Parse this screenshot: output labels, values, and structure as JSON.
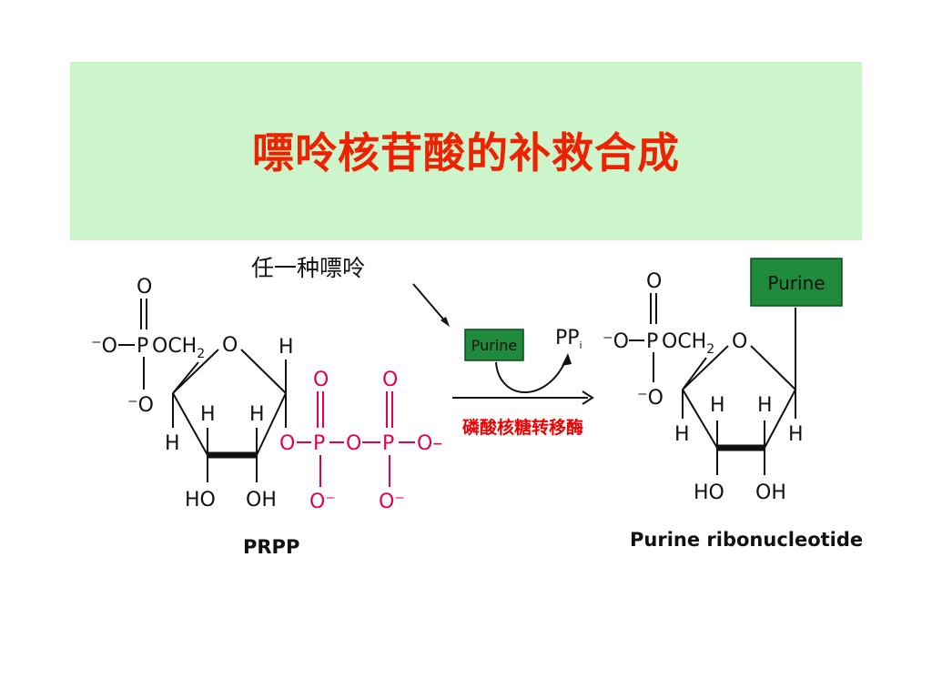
{
  "title": "嘌呤核苷酸的补救合成",
  "annotation": "任一种嘌呤",
  "enzyme": "磷酸核糖转移酶",
  "reactant_label": "PRPP",
  "product_label": "Purine ribonucleotide",
  "purine_box_label": "Purine",
  "byproduct": {
    "main": "PP",
    "sub": "i"
  },
  "atoms": {
    "o": "O",
    "o_minus": "⁻O",
    "po": "P",
    "och": "OCH",
    "two": "2",
    "h": "H",
    "ho": "HO",
    "oh": "OH",
    "p": "P",
    "o_neg": "O⁻",
    "o_dash": "O–",
    "dash": "O"
  },
  "colors": {
    "banner": "#ccf5cc",
    "title": "#ee2200",
    "phosphate": "#e4004b",
    "purine_box": "#1f8a3c",
    "enzyme": "#ee0000"
  }
}
